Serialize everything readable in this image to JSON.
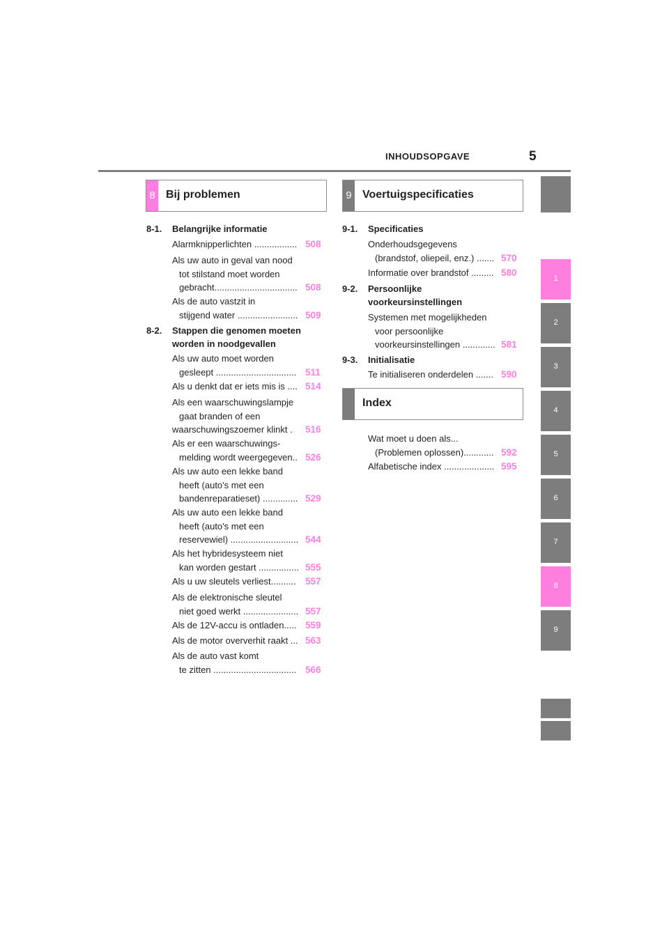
{
  "header": {
    "title": "INHOUDSOPGAVE",
    "page_number": "5"
  },
  "sections": [
    {
      "number": "8",
      "title": "Bij problemen",
      "tab_color": "#ff7fdf",
      "groups": [
        {
          "number": "8-1.",
          "title_lines": [
            "Belangrijke informatie"
          ],
          "entries": [
            {
              "lines": [
                "Alarmknipperlichten ................."
              ],
              "page": "508"
            },
            {
              "lines": [
                "Als uw auto in geval van nood",
                "tot stilstand moet worden",
                "gebracht................................."
              ],
              "page": "508"
            },
            {
              "lines": [
                "Als de auto vastzit in",
                "stijgend water ........................"
              ],
              "page": "509"
            }
          ]
        },
        {
          "number": "8-2.",
          "title_lines": [
            "Stappen die genomen moeten",
            "worden in noodgevallen"
          ],
          "entries": [
            {
              "lines": [
                "Als uw auto moet worden",
                "gesleept ................................"
              ],
              "page": "511"
            },
            {
              "lines": [
                "Als u denkt dat er iets mis is ...."
              ],
              "page": "514"
            },
            {
              "lines": [
                "Als een waarschuwingslampje",
                "gaat branden of een",
                "waarschuwingszoemer klinkt ."
              ],
              "page": "516"
            },
            {
              "lines": [
                "Als er een waarschuwings-",
                "melding wordt weergegeven.."
              ],
              "page": "526"
            },
            {
              "lines": [
                "Als uw auto een lekke band",
                "heeft (auto's met een",
                "bandenreparatieset) .............."
              ],
              "page": "529"
            },
            {
              "lines": [
                "Als uw auto een lekke band",
                "heeft (auto's met een",
                "reservewiel) ..........................."
              ],
              "page": "544"
            },
            {
              "lines": [
                "Als het hybridesysteem niet",
                "kan worden gestart ................"
              ],
              "page": "555"
            },
            {
              "lines": [
                "Als u uw sleutels verliest.........."
              ],
              "page": "557"
            },
            {
              "lines": [
                "Als de elektronische sleutel",
                "niet goed werkt ......................"
              ],
              "page": "557"
            },
            {
              "lines": [
                "Als de 12V-accu is ontladen....."
              ],
              "page": "559"
            },
            {
              "lines": [
                "Als de motor oververhit raakt ..."
              ],
              "page": "563"
            },
            {
              "lines": [
                "Als de auto vast komt",
                "te zitten ................................."
              ],
              "page": "566"
            }
          ]
        }
      ]
    },
    {
      "number": "9",
      "title": "Voertuigspecificaties",
      "tab_color": "#7d7d7d",
      "groups": [
        {
          "number": "9-1.",
          "title_lines": [
            "Specificaties"
          ],
          "entries": [
            {
              "lines": [
                "Onderhoudsgegevens",
                "(brandstof, oliepeil, enz.) ......."
              ],
              "page": "570"
            },
            {
              "lines": [
                "Informatie over brandstof ........."
              ],
              "page": "580"
            }
          ]
        },
        {
          "number": "9-2.",
          "title_lines": [
            "Persoonlijke",
            "voorkeursinstellingen"
          ],
          "entries": [
            {
              "lines": [
                "Systemen met mogelijkheden",
                "voor persoonlijke",
                "voorkeursinstellingen ............."
              ],
              "page": "581"
            }
          ]
        },
        {
          "number": "9-3.",
          "title_lines": [
            "Initialisatie"
          ],
          "entries": [
            {
              "lines": [
                "Te initialiseren onderdelen ......."
              ],
              "page": "590"
            }
          ]
        }
      ]
    },
    {
      "number": "",
      "title": "Index",
      "tab_color": "#7d7d7d",
      "groups": [
        {
          "number": "",
          "title_lines": [],
          "entries": [
            {
              "lines": [
                "Wat moet u doen als...",
                "(Problemen oplossen)............"
              ],
              "page": "592"
            },
            {
              "lines": [
                "Alfabetische index ...................."
              ],
              "page": "595"
            }
          ]
        }
      ]
    }
  ],
  "side_tabs": [
    {
      "label": "",
      "active": false
    },
    {
      "label": "1",
      "active": true
    },
    {
      "label": "2",
      "active": false
    },
    {
      "label": "3",
      "active": false
    },
    {
      "label": "4",
      "active": false
    },
    {
      "label": "5",
      "active": false
    },
    {
      "label": "6",
      "active": false
    },
    {
      "label": "7",
      "active": false
    },
    {
      "label": "8",
      "active": true
    },
    {
      "label": "9",
      "active": false
    },
    {
      "label": "",
      "active": false
    },
    {
      "label": "",
      "active": false
    }
  ],
  "colors": {
    "accent_pink": "#ff7fdf",
    "tab_gray": "#7d7d7d",
    "rule_gray": "#7f7f7f"
  }
}
